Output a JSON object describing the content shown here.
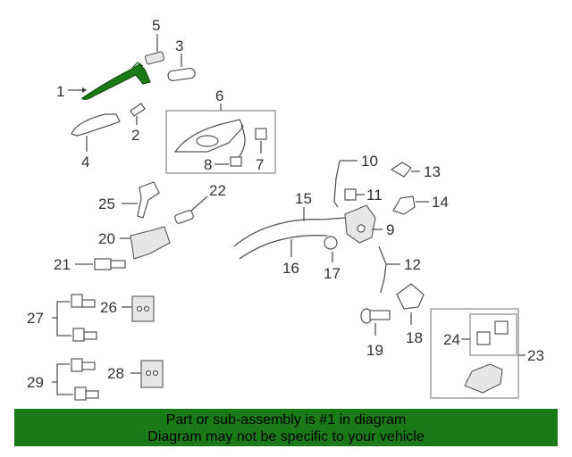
{
  "callouts": {
    "c1": "1",
    "c2": "2",
    "c3": "3",
    "c4": "4",
    "c5": "5",
    "c6": "6",
    "c7": "7",
    "c8": "8",
    "c9": "9",
    "c10": "10",
    "c11": "11",
    "c12": "12",
    "c13": "13",
    "c14": "14",
    "c15": "15",
    "c16": "16",
    "c17": "17",
    "c18": "18",
    "c19": "19",
    "c20": "20",
    "c21": "21",
    "c22": "22",
    "c23": "23",
    "c24": "24",
    "c25": "25",
    "c26": "26",
    "c27": "27",
    "c28": "28",
    "c29": "29"
  },
  "highlight_color": "#1b7a18",
  "banner": {
    "line1": "Part or sub-assembly is #1 in diagram",
    "line2": "Diagram may not be specific to your vehicle",
    "color": "#1b7a18"
  }
}
